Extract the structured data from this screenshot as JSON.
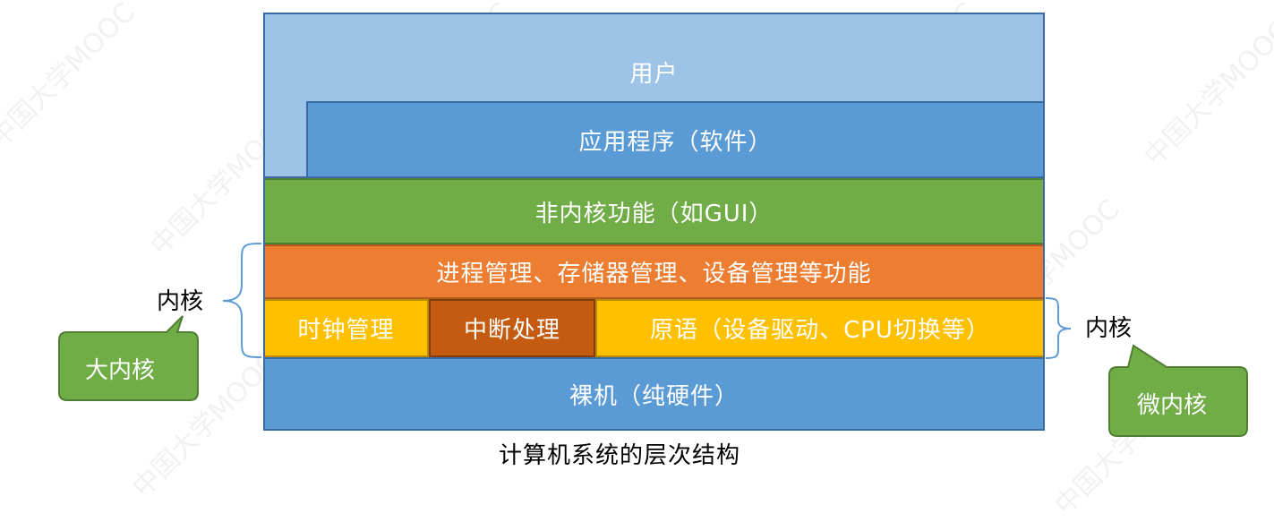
{
  "layers": {
    "user": "用户",
    "application": "应用程序（软件）",
    "non_kernel": "非内核功能（如GUI）",
    "kernel_functions": "进程管理、存储器管理、设备管理等功能",
    "clock": "时钟管理",
    "interrupt": "中断处理",
    "primitives": "原语（设备驱动、CPU切换等）",
    "hardware": "裸机（纯硬件）"
  },
  "annotations": {
    "left_kernel": "内核",
    "right_kernel": "内核",
    "macrokernel": "大内核",
    "microkernel": "微内核"
  },
  "caption": "计算机系统的层次结构",
  "watermark": "中国大学MOOC",
  "colors": {
    "user": "#9dc3e6",
    "application": "#5b9bd5",
    "non_kernel": "#70ad47",
    "kernel_functions": "#ed7d31",
    "clock": "#ffc000",
    "interrupt": "#c55a11",
    "primitives": "#ffc000",
    "hardware": "#5b9bd5",
    "callout": "#70ad47",
    "bracket": "#5b9bd5"
  }
}
